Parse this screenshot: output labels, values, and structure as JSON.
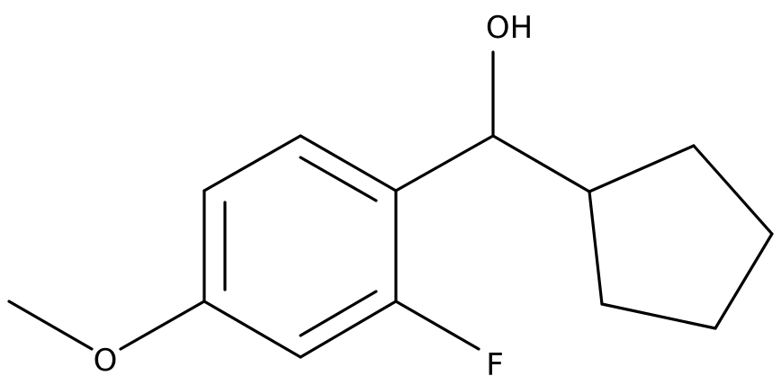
{
  "molecule": {
    "atoms": {
      "hydroxyl": "OH",
      "methoxy_oxygen": "O",
      "fluorine": "F"
    }
  },
  "colors": {
    "background": "#ffffff",
    "bond": "#000000",
    "text": "#000000"
  }
}
